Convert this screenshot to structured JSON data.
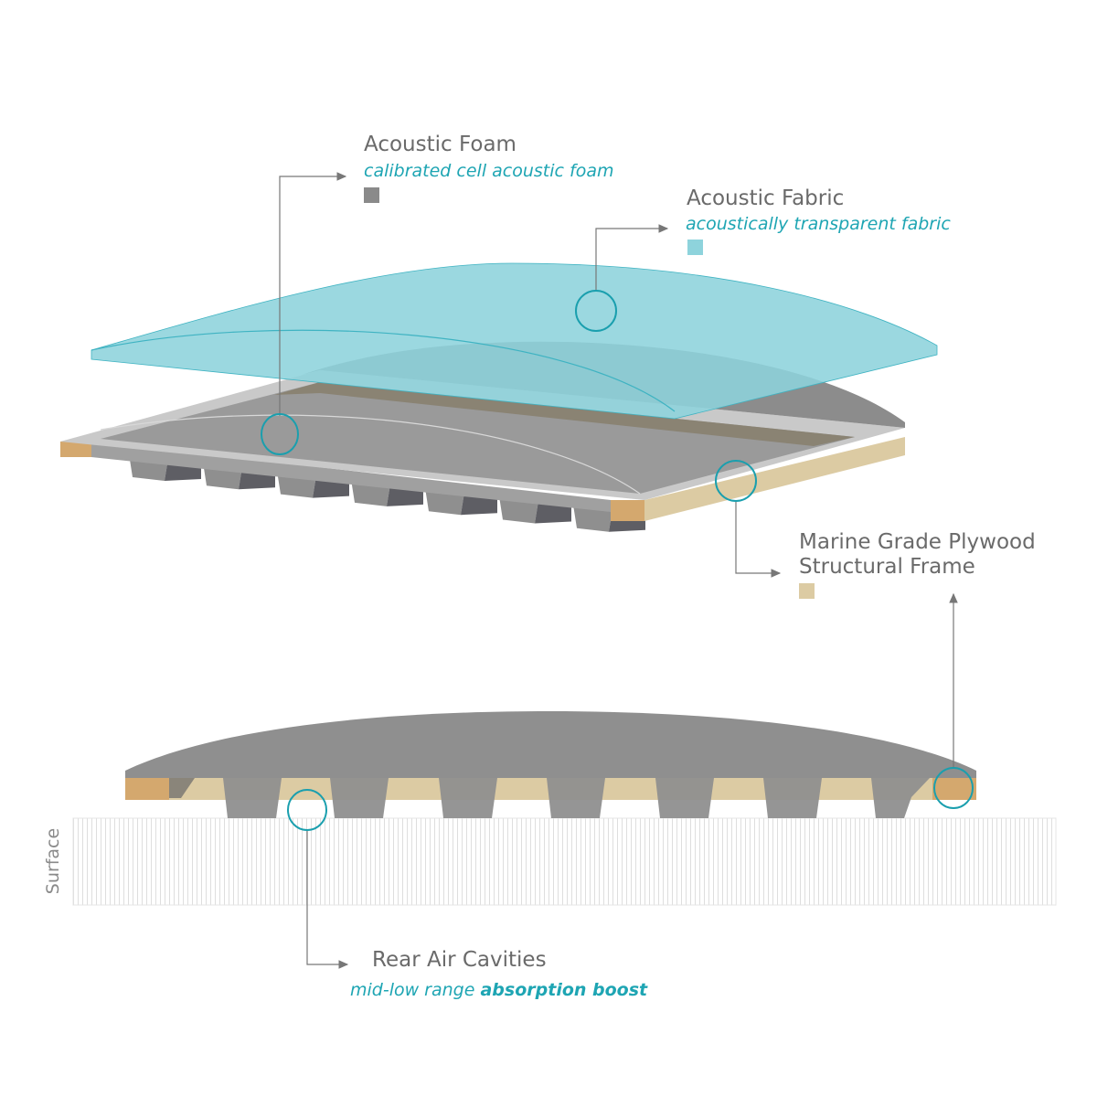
{
  "labels": {
    "foam": {
      "title": "Acoustic Foam",
      "subtitle": "calibrated cell acoustic foam",
      "swatch": "#8a8a8a"
    },
    "fabric": {
      "title": "Acoustic Fabric",
      "subtitle": "acoustically transparent fabric",
      "swatch": "#8ed3dc"
    },
    "plywood": {
      "title_line1": "Marine Grade Plywood",
      "title_line2": "Structural Frame",
      "swatch": "#dccba3"
    },
    "cavities": {
      "title": "Rear Air Cavities",
      "subtitle_plain": "mid-low range ",
      "subtitle_bold": "absorption boost"
    },
    "surface": "Surface"
  },
  "colors": {
    "accent": "#1a9fae",
    "foam": "#8f8f8f",
    "fabric": "#8dd3dc",
    "plywood": "#dccba3",
    "plywood_end": "#d4a86e"
  }
}
